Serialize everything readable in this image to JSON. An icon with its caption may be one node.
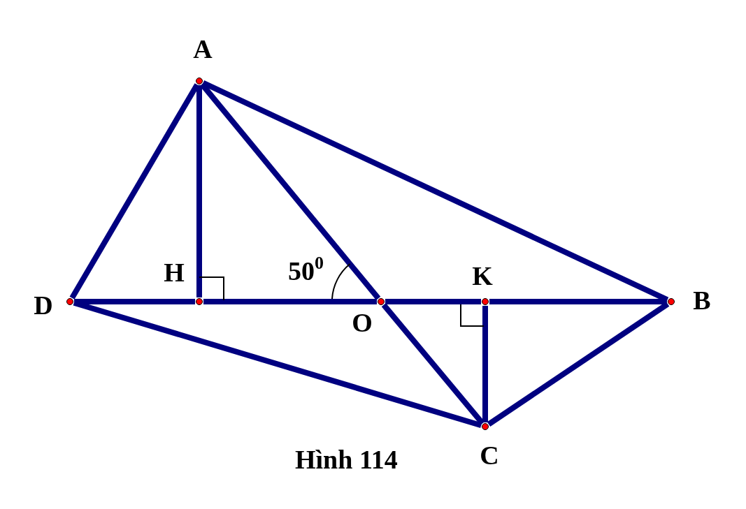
{
  "diagram": {
    "caption": "Hình 114",
    "nodes": [
      {
        "text": [
          "A"
        ]
      },
      {
        "text": [
          "H"
        ]
      },
      {
        "text": [
          "D"
        ]
      },
      {
        "text": [
          "O"
        ]
      },
      {
        "text": [
          "K"
        ]
      },
      {
        "text": [
          "B"
        ]
      },
      {
        "text": [
          "C"
        ]
      }
    ],
    "edges": [
      {
        "from": 0,
        "to": 2,
        "arrow": "none"
      },
      {
        "from": 0,
        "to": 1,
        "arrow": "none"
      },
      {
        "from": 0,
        "to": 3,
        "arrow": "none"
      },
      {
        "from": 0,
        "to": 5,
        "arrow": "none"
      },
      {
        "from": 2,
        "to": 1,
        "arrow": "none"
      },
      {
        "from": 1,
        "to": 3,
        "arrow": "none"
      },
      {
        "from": 3,
        "to": 4,
        "arrow": "none"
      },
      {
        "from": 4,
        "to": 5,
        "arrow": "none"
      },
      {
        "from": 2,
        "to": 6,
        "arrow": "none"
      },
      {
        "from": 3,
        "to": 6,
        "arrow": "none"
      },
      {
        "from": 4,
        "to": 6,
        "arrow": "none"
      },
      {
        "from": 6,
        "to": 5,
        "arrow": "none"
      }
    ],
    "labels": [
      "50$^{0}$"
    ]
  }
}
